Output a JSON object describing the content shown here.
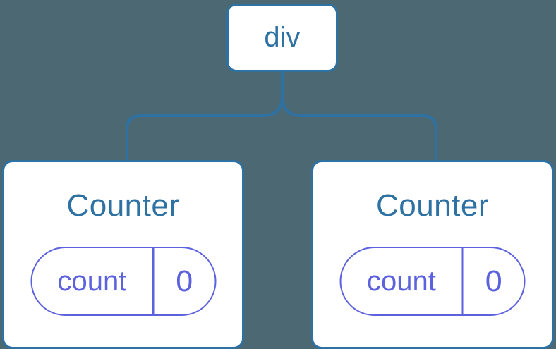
{
  "diagram": {
    "root": {
      "label": "div"
    },
    "children": [
      {
        "title": "Counter",
        "state": {
          "key": "count",
          "value": "0"
        }
      },
      {
        "title": "Counter",
        "state": {
          "key": "count",
          "value": "0"
        }
      }
    ]
  },
  "colors": {
    "background": "#4b6873",
    "node_blue": "#2e71a3",
    "state_purple": "#5c62de",
    "card_background": "#ffffff"
  }
}
